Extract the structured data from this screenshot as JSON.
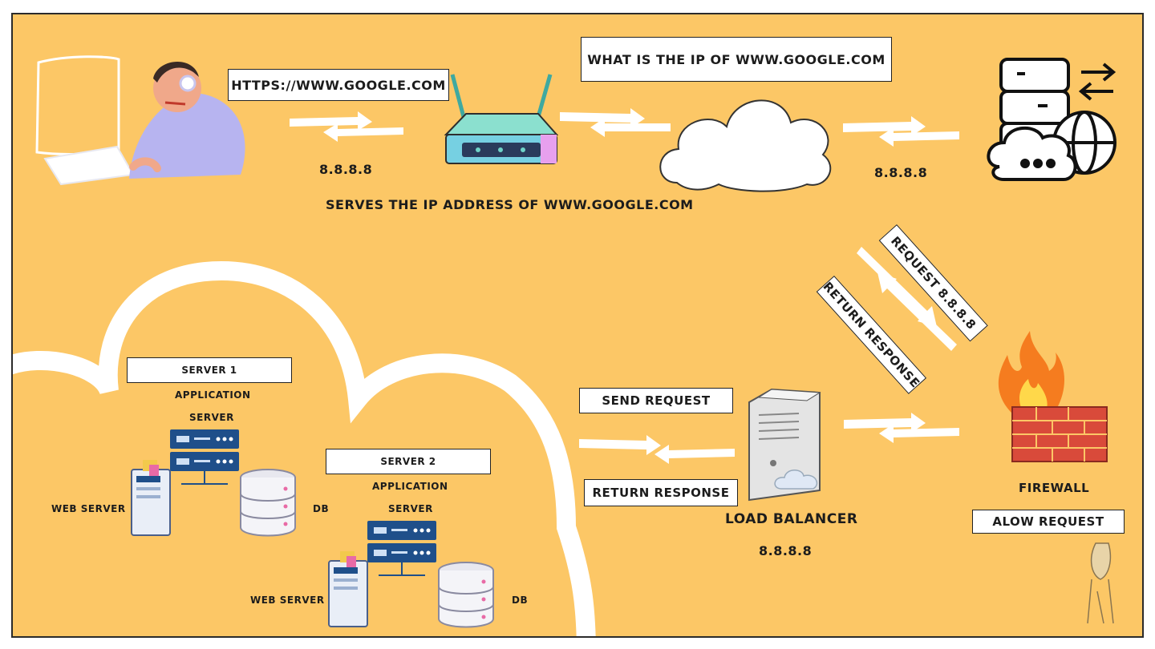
{
  "labels": {
    "url_box": "HTTPS://WWW.GOOGLE.COM",
    "dns_query": "WHAT IS THE IP OF WWW.GOOGLE.COM",
    "ip_left": "8.8.8.8",
    "ip_right": "8.8.8.8",
    "serves_ip": "SERVES THE IP ADDRESS OF WWW.GOOGLE.COM",
    "request_diag": "REQUEST 8.8.8.8",
    "return_diag": "RETURN RESPONSE",
    "server1": "SERVER 1",
    "server1_app1": "APPLICATION",
    "server1_app2": "SERVER",
    "server2": "SERVER 2",
    "server2_app1": "APPLICATION",
    "server2_app2": "SERVER",
    "web_server1": "WEB SERVER",
    "db1": "DB",
    "web_server2": "WEB SERVER",
    "db2": "DB",
    "send_request": "SEND REQUEST",
    "return_response": "RETURN RESPONSE",
    "load_balancer": "LOAD BALANCER",
    "lb_ip": "8.8.8.8",
    "firewall": "FIREWALL",
    "allow_request": "ALOW REQUEST"
  },
  "colors": {
    "background": "#fcc766",
    "router_body": "#6fd3c8",
    "router_accent": "#a98ee6",
    "hoodie": "#b7b4f0",
    "server_blue": "#1f4f8a",
    "firewall_brick": "#d94a3a",
    "flame": "#f57c1f"
  },
  "icons": [
    "laptop-user-icon",
    "router-icon",
    "cloud-icon",
    "dns-server-icon",
    "firewall-icon",
    "load-balancer-icon",
    "app-server-icon",
    "web-server-icon",
    "database-icon",
    "groot-sketch-icon"
  ]
}
